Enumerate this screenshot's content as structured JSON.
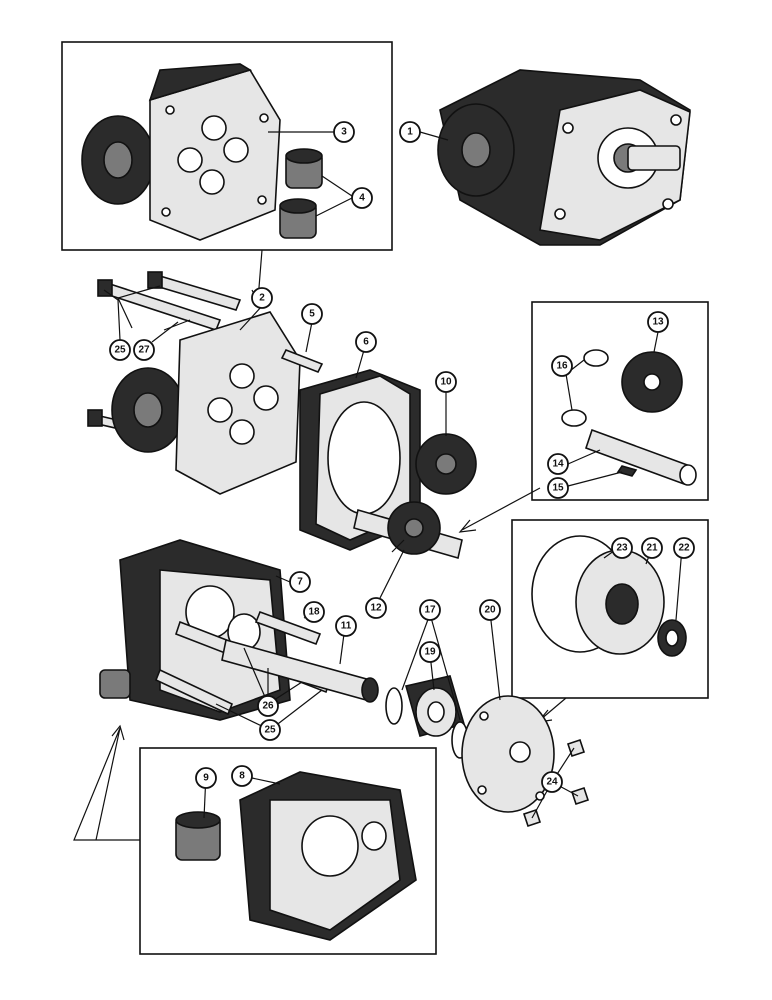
{
  "diagram": {
    "colors": {
      "ink": "#111111",
      "shade": "#2b2b2b",
      "mid": "#7a7a7a",
      "paper": "#ffffff"
    },
    "callouts": [
      {
        "key": "c1",
        "label": "1"
      },
      {
        "key": "c2",
        "label": "2"
      },
      {
        "key": "c3",
        "label": "3"
      },
      {
        "key": "c4",
        "label": "4"
      },
      {
        "key": "c5",
        "label": "5"
      },
      {
        "key": "c6",
        "label": "6"
      },
      {
        "key": "c7",
        "label": "7"
      },
      {
        "key": "c8",
        "label": "8"
      },
      {
        "key": "c9",
        "label": "9"
      },
      {
        "key": "c10",
        "label": "10"
      },
      {
        "key": "c11",
        "label": "11"
      },
      {
        "key": "c12",
        "label": "12"
      },
      {
        "key": "c13",
        "label": "13"
      },
      {
        "key": "c14",
        "label": "14"
      },
      {
        "key": "c15",
        "label": "15"
      },
      {
        "key": "c16",
        "label": "16"
      },
      {
        "key": "c17",
        "label": "17"
      },
      {
        "key": "c18",
        "label": "18"
      },
      {
        "key": "c19",
        "label": "19"
      },
      {
        "key": "c20",
        "label": "20"
      },
      {
        "key": "c21",
        "label": "21"
      },
      {
        "key": "c22",
        "label": "22"
      },
      {
        "key": "c23",
        "label": "23"
      },
      {
        "key": "c24",
        "label": "24"
      },
      {
        "key": "c25a",
        "label": "25"
      },
      {
        "key": "c25b",
        "label": "25"
      },
      {
        "key": "c26",
        "label": "26"
      },
      {
        "key": "c27",
        "label": "27"
      }
    ]
  }
}
